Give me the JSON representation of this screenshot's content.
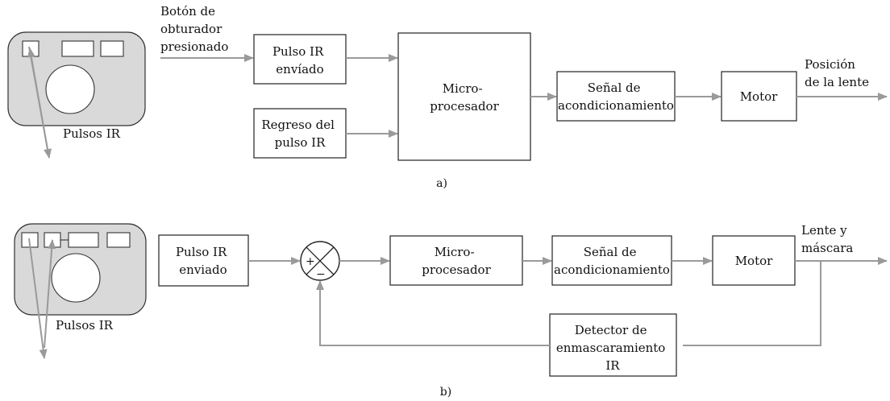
{
  "diagram_a": {
    "input_label": [
      "Botón de",
      "obturador",
      "presionado"
    ],
    "camera_pulses_label": "Pulsos IR",
    "block_pulse_sent": [
      "Pulso IR",
      "envíado"
    ],
    "block_pulse_return": [
      "Regreso del",
      "pulso IR"
    ],
    "block_microprocessor": [
      "Micro-",
      "procesador"
    ],
    "block_signal": [
      "Señal de",
      "acondicionamiento"
    ],
    "block_motor": "Motor",
    "output_label": [
      "Posición",
      "de la lente"
    ],
    "caption": "a)"
  },
  "diagram_b": {
    "camera_pulses_label": "Pulsos IR",
    "block_pulse_sent": [
      "Pulso IR",
      "enviado"
    ],
    "summing_plus": "+",
    "summing_minus": "−",
    "block_microprocessor": [
      "Micro-",
      "procesador"
    ],
    "block_signal": [
      "Señal de",
      "acondicionamiento"
    ],
    "block_motor": "Motor",
    "output_label": [
      "Lente y",
      "máscara"
    ],
    "block_detector": [
      "Detector de",
      "enmascaramiento",
      "IR"
    ],
    "caption": "b)"
  },
  "colors": {
    "arrow": "#9a9a9a",
    "camera_body": "#d9d9d9",
    "box_stroke": "#222222"
  }
}
